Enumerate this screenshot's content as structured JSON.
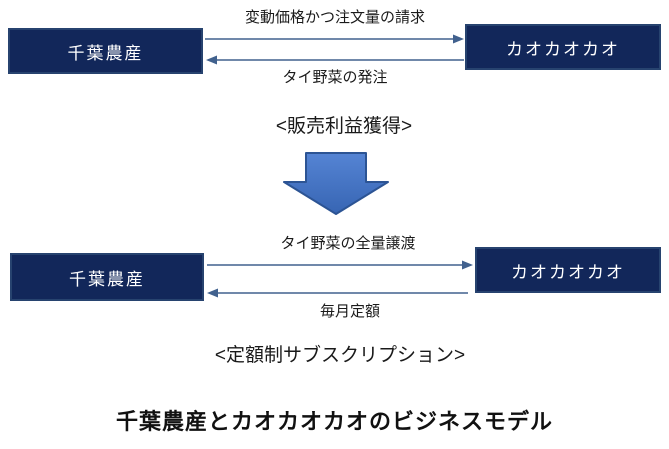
{
  "diagram_title": "千葉農産とカオカオカオのビジネスモデル",
  "colors": {
    "box_fill": "#12275A",
    "box_border": "#27436F",
    "box_text": "#FFFFFF",
    "arrow_line": "#41618E",
    "big_arrow_top": "#5584D4",
    "big_arrow_bottom": "#3765B3",
    "big_arrow_border": "#2C5494",
    "text": "#1A1A1A"
  },
  "sections": [
    {
      "left_entity": "千葉農産",
      "right_entity": "カオカオカオ",
      "forward_label": "変動価格かつ注文量の請求",
      "backward_label": "タイ野菜の発注",
      "caption": "<販売利益獲得>"
    },
    {
      "left_entity": "千葉農産",
      "right_entity": "カオカオカオ",
      "forward_label": "タイ野菜の全量譲渡",
      "backward_label": "毎月定額",
      "caption": "<定額制サブスクリプション>"
    }
  ]
}
